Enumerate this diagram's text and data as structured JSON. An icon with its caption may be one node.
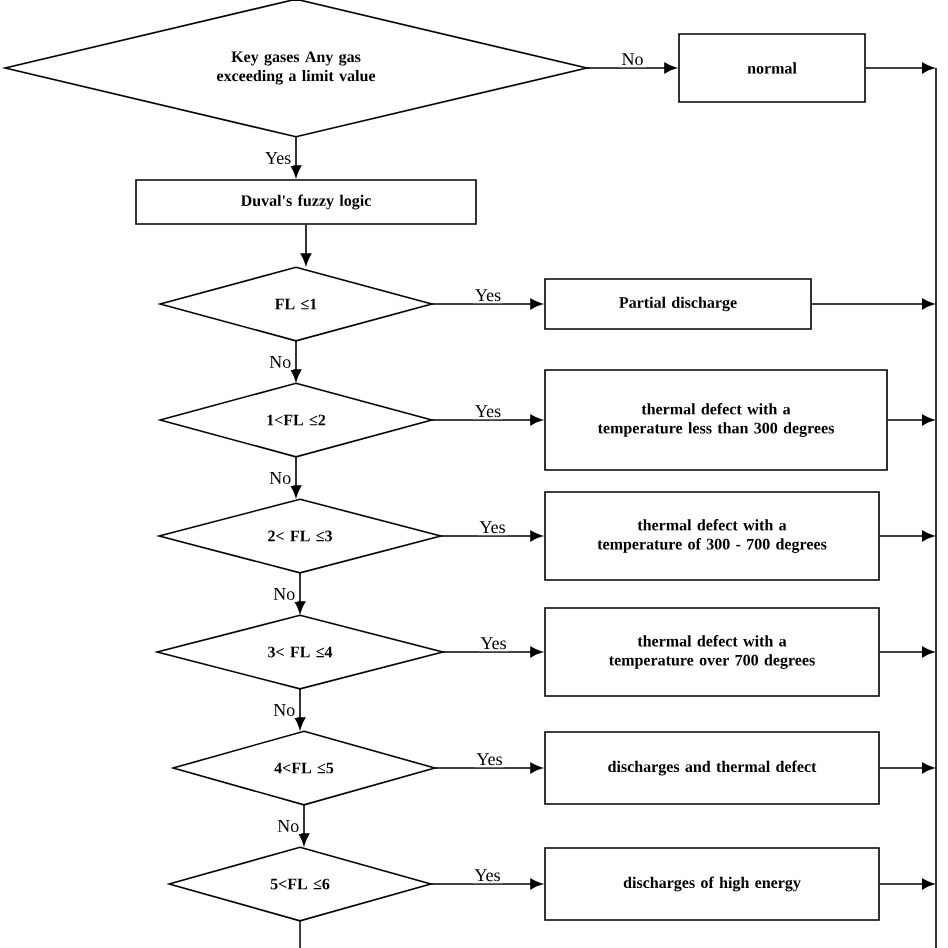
{
  "diagram": {
    "nodes": [
      {
        "text": [
          "Key gases Any gas exceeding a limit value"
        ]
      },
      {
        "text": [
          "normal"
        ]
      },
      {
        "text": [
          "Duval's fuzzy logic"
        ]
      },
      {
        "text": [
          "FL ≤1"
        ]
      },
      {
        "text": [
          "Partial discharge"
        ]
      },
      {
        "text": [
          "1<FL ≤2"
        ]
      },
      {
        "text": [
          "thermal defect with a temperature less than 300 degrees"
        ]
      },
      {
        "text": [
          "2< FL ≤3"
        ]
      },
      {
        "text": [
          "thermal defect with a temperature of 300 - 700 degrees"
        ]
      },
      {
        "text": [
          "3< FL ≤4"
        ]
      },
      {
        "text": [
          "thermal defect with a temperature over 700 degrees"
        ]
      },
      {
        "text": [
          "4<FL ≤5"
        ]
      },
      {
        "text": [
          "discharges and thermal defect"
        ]
      },
      {
        "text": [
          "5<FL ≤6"
        ]
      },
      {
        "text": [
          "discharges of high energy"
        ]
      }
    ],
    "edges": [
      {
        "from": 0,
        "to": 1,
        "arrow": "to",
        "label": "No"
      },
      {
        "from": 0,
        "to": 2,
        "arrow": "to",
        "label": "Yes"
      },
      {
        "from": 2,
        "to": 3,
        "arrow": "to"
      },
      {
        "from": 3,
        "to": 4,
        "arrow": "to",
        "label": "Yes"
      },
      {
        "from": 3,
        "to": 5,
        "arrow": "to",
        "label": "No"
      },
      {
        "from": 5,
        "to": 6,
        "arrow": "to",
        "label": "Yes"
      },
      {
        "from": 5,
        "to": 7,
        "arrow": "to",
        "label": "No"
      },
      {
        "from": 7,
        "to": 8,
        "arrow": "to",
        "label": "Yes"
      },
      {
        "from": 7,
        "to": 9,
        "arrow": "to",
        "label": "No"
      },
      {
        "from": 9,
        "to": 10,
        "arrow": "to",
        "label": "Yes"
      },
      {
        "from": 9,
        "to": 11,
        "arrow": "to",
        "label": "No"
      },
      {
        "from": 11,
        "to": 12,
        "arrow": "to",
        "label": "Yes"
      },
      {
        "from": 11,
        "to": 13,
        "arrow": "to",
        "label": "No"
      },
      {
        "from": 13,
        "to": 14,
        "arrow": "to",
        "label": "Yes"
      },
      {
        "from": 1,
        "to": null,
        "arrow": "to"
      },
      {
        "from": 4,
        "to": null,
        "arrow": "to"
      },
      {
        "from": 6,
        "to": null,
        "arrow": "to"
      },
      {
        "from": 8,
        "to": null,
        "arrow": "to"
      },
      {
        "from": 10,
        "to": null,
        "arrow": "to"
      },
      {
        "from": 12,
        "to": null,
        "arrow": "to"
      },
      {
        "from": 14,
        "to": null,
        "arrow": "to"
      },
      {
        "from": 13,
        "to": null,
        "arrow": "none"
      }
    ]
  }
}
